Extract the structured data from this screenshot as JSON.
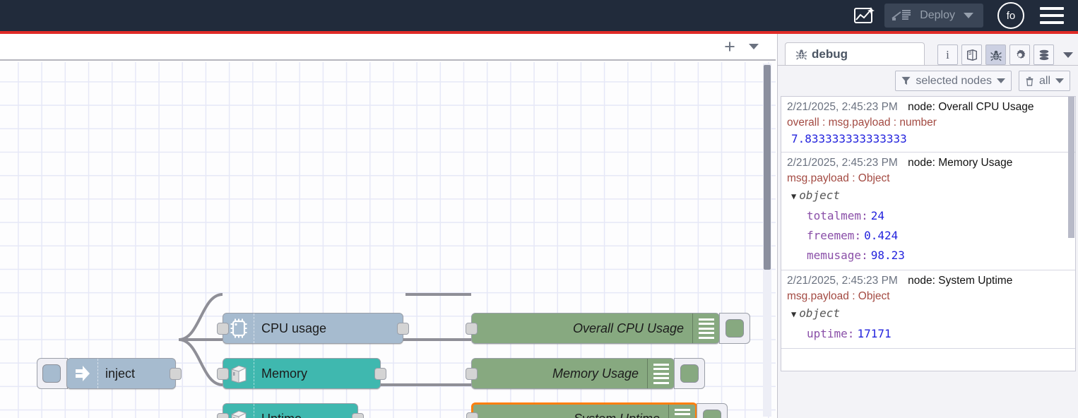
{
  "header": {
    "assist_icon": "flow-assist-icon",
    "deploy_label": "Deploy",
    "deploy_icon": "deploy-icon",
    "avatar_initials": "fo",
    "menu_icon": "hamburger-icon",
    "bar_color": "#212b3b",
    "accent_color": "#e02b27"
  },
  "workspace": {
    "add_tab_label": "+",
    "tab_menu_icon": "chevron-down-icon"
  },
  "flow": {
    "nodes": [
      {
        "name": "inject",
        "label": "inject",
        "type": "inject",
        "color": "#a6bbcf",
        "icon": "arrow-right-icon"
      },
      {
        "name": "cpu-usage",
        "label": "CPU usage",
        "type": "cpu",
        "color": "#a6bbcf",
        "icon": "microchip-icon"
      },
      {
        "name": "memory",
        "label": "Memory",
        "type": "os",
        "color": "#3fb8af",
        "icon": "server-icon"
      },
      {
        "name": "uptime",
        "label": "Uptime",
        "type": "os",
        "color": "#3fb8af",
        "icon": "server-icon"
      }
    ],
    "debug_nodes": [
      {
        "name": "overall-cpu-usage",
        "label": "Overall CPU Usage",
        "color": "#87a980",
        "selected": false
      },
      {
        "name": "memory-usage",
        "label": "Memory Usage",
        "color": "#87a980",
        "selected": false
      },
      {
        "name": "system-uptime",
        "label": "System Uptime",
        "color": "#87a980",
        "selected": true,
        "select_color": "#ff7f0e"
      }
    ]
  },
  "sidebar": {
    "tab_label": "debug",
    "tab_icon": "bug-icon",
    "icons": [
      {
        "name": "info-icon",
        "glyph": "i",
        "active": false
      },
      {
        "name": "library-icon",
        "glyph": "",
        "active": false
      },
      {
        "name": "debug-icon",
        "glyph": "",
        "active": true
      },
      {
        "name": "config-icon",
        "glyph": "",
        "active": false
      },
      {
        "name": "context-icon",
        "glyph": "",
        "active": false
      }
    ],
    "more_icon": "chevron-down-icon",
    "filter_button": {
      "label": "selected nodes",
      "icon": "filter-icon"
    },
    "clear_button": {
      "label": "all",
      "icon": "trash-icon"
    },
    "messages": [
      {
        "time": "2/21/2025, 2:45:23 PM",
        "node": "node: Overall CPU Usage",
        "topic": "overall : msg.payload : number",
        "kind": "number",
        "value": "7.833333333333333"
      },
      {
        "time": "2/21/2025, 2:45:23 PM",
        "node": "node: Memory Usage",
        "topic": "msg.payload : Object",
        "kind": "object",
        "object_label": "object",
        "props": [
          {
            "key": "totalmem",
            "value": "24"
          },
          {
            "key": "freemem",
            "value": "0.424"
          },
          {
            "key": "memusage",
            "value": "98.23"
          }
        ]
      },
      {
        "time": "2/21/2025, 2:45:23 PM",
        "node": "node: System Uptime",
        "topic": "msg.payload : Object",
        "kind": "object",
        "object_label": "object",
        "props": [
          {
            "key": "uptime",
            "value": "17171"
          }
        ]
      }
    ]
  }
}
